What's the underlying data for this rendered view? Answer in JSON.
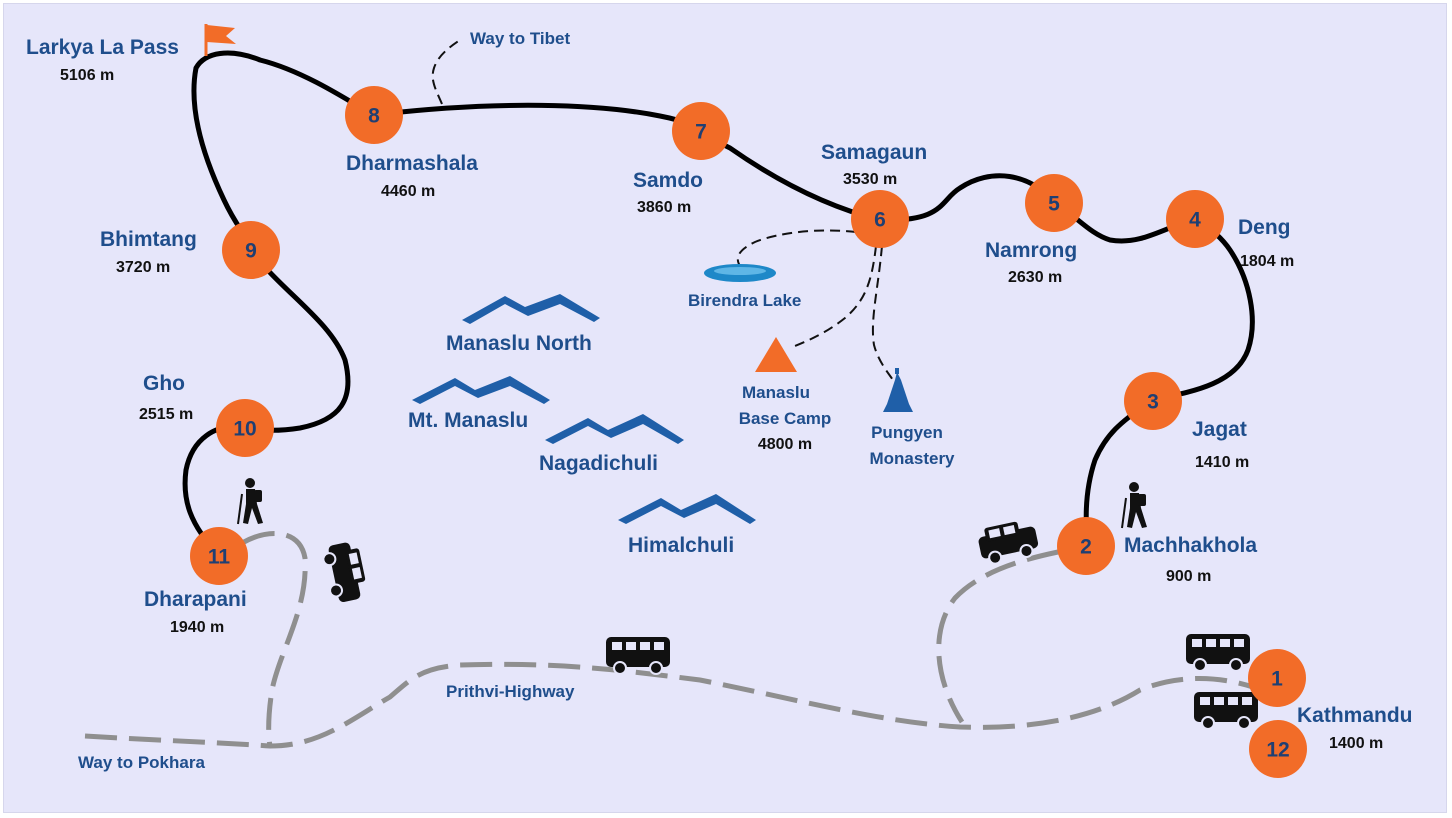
{
  "colors": {
    "background": "#e6e6fa",
    "stop_circle": "#f26c28",
    "label_blue": "#1f4e8c",
    "road_gray": "#8f8f8f",
    "mountain_blue": "#1f5fa8"
  },
  "stops": [
    {
      "number": "1",
      "name": "Kathmandu",
      "altitude": "1400 m"
    },
    {
      "number": "2",
      "name": "Machhakhola",
      "altitude": "900 m"
    },
    {
      "number": "3",
      "name": "Jagat",
      "altitude": "1410 m"
    },
    {
      "number": "4",
      "name": "Deng",
      "altitude": "1804 m"
    },
    {
      "number": "5",
      "name": "Namrong",
      "altitude": "2630 m"
    },
    {
      "number": "6",
      "name": "Samagaun",
      "altitude": "3530 m"
    },
    {
      "number": "7",
      "name": "Samdo",
      "altitude": "3860 m"
    },
    {
      "number": "8",
      "name": "Dharmashala",
      "altitude": "4460 m"
    },
    {
      "number": "9",
      "name": "Bhimtang",
      "altitude": "3720 m"
    },
    {
      "number": "10",
      "name": "Gho",
      "altitude": "2515 m"
    },
    {
      "number": "11",
      "name": "Dharapani",
      "altitude": "1940 m"
    },
    {
      "number": "12",
      "name": "",
      "altitude": ""
    }
  ],
  "pass": {
    "name": "Larkya La Pass",
    "altitude": "5106 m",
    "icon": "flag-icon"
  },
  "side_trips": {
    "birendra_lake": "Birendra Lake",
    "base_camp_line1": "Manaslu",
    "base_camp_line2": "Base Camp",
    "base_camp_altitude": "4800 m",
    "monastery_line1": "Pungyen",
    "monastery_line2": "Monastery"
  },
  "mountains": [
    "Manaslu North",
    "Mt. Manaslu",
    "Nagadichuli",
    "Himalchuli"
  ],
  "roads": {
    "tibet": "Way to Tibet",
    "pokhara": "Way to Pokhara",
    "highway": "Prithvi-Highway"
  },
  "icons": [
    "hiker-icon",
    "jeep-icon",
    "bus-icon",
    "flag-icon",
    "triangle-icon",
    "monastery-icon",
    "lake-icon",
    "mountain-icon"
  ]
}
